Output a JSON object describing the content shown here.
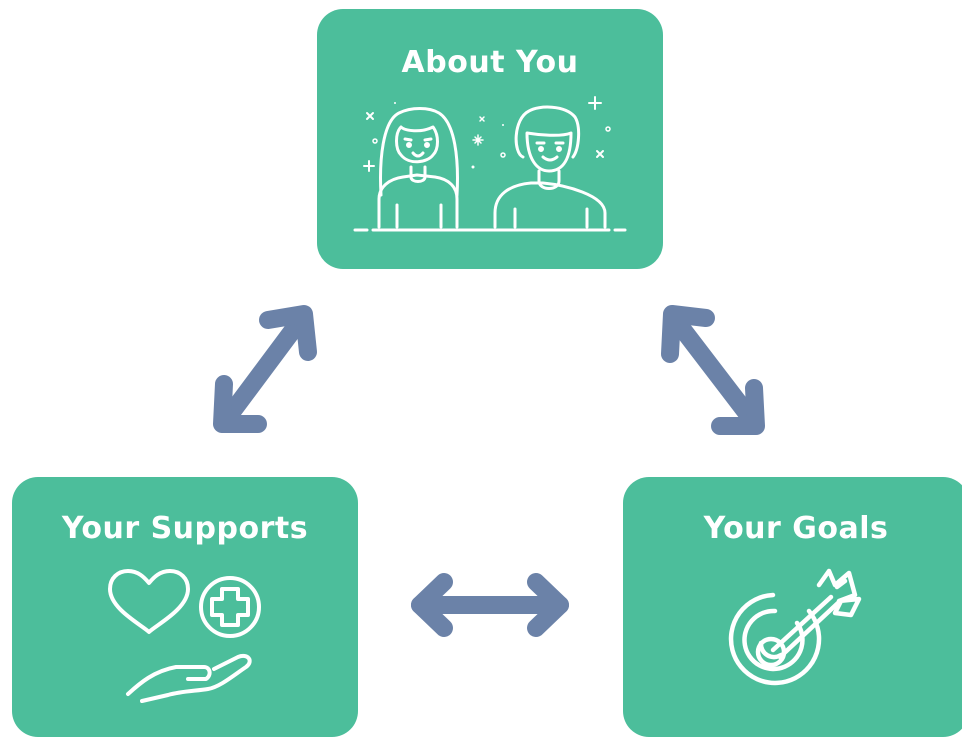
{
  "nodes": {
    "about": {
      "title": "About You",
      "icon": "two-people-icon"
    },
    "supports": {
      "title": "Your Supports",
      "icon": "heart-plus-hand-icon"
    },
    "goals": {
      "title": "Your Goals",
      "icon": "target-arrow-icon"
    }
  },
  "colors": {
    "card": "#4cbe9b",
    "arrow": "#6b82a8",
    "text": "#ffffff"
  }
}
